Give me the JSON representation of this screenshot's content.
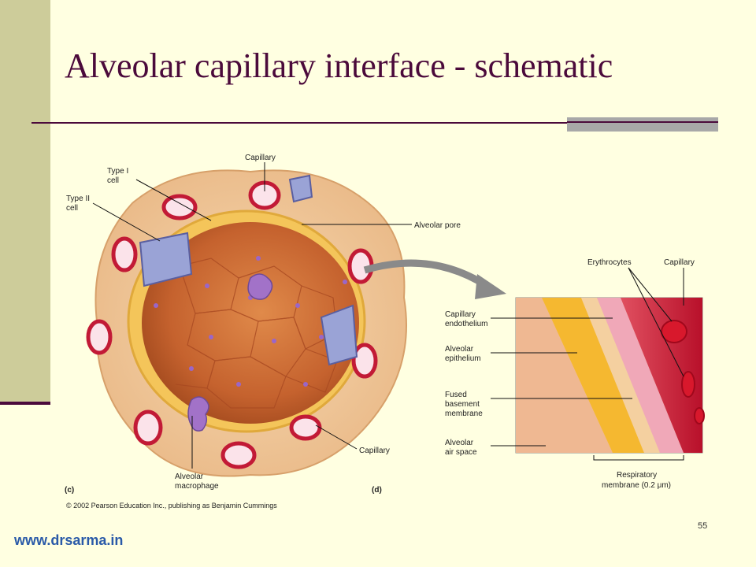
{
  "slide": {
    "title": "Alveolar capillary interface - schematic",
    "page_number": "55",
    "website": "www.drsarma.in"
  },
  "figure": {
    "labels_c": {
      "capillary_top": "Capillary",
      "type1_line1": "Type I",
      "type1_line2": "cell",
      "type2_line1": "Type II",
      "type2_line2": "cell",
      "alveolar_pore": "Alveolar pore",
      "capillary_bottom": "Capillary",
      "macrophage_line1": "Alveolar",
      "macrophage_line2": "macrophage",
      "panel_letter": "(c)"
    },
    "labels_d": {
      "erythrocytes": "Erythrocytes",
      "capillary": "Capillary",
      "cap_endo_line1": "Capillary",
      "cap_endo_line2": "endothelium",
      "alv_epi_line1": "Alveolar",
      "alv_epi_line2": "epithelium",
      "fused_line1": "Fused",
      "fused_line2": "basement",
      "fused_line3": "membrane",
      "air_line1": "Alveolar",
      "air_line2": "air space",
      "resp_line1": "Respiratory",
      "resp_line2": "membrane (0.2 μm)",
      "panel_letter": "(d)"
    },
    "copyright": "© 2002 Pearson Education Inc., publishing as Benjamin Cummings"
  }
}
